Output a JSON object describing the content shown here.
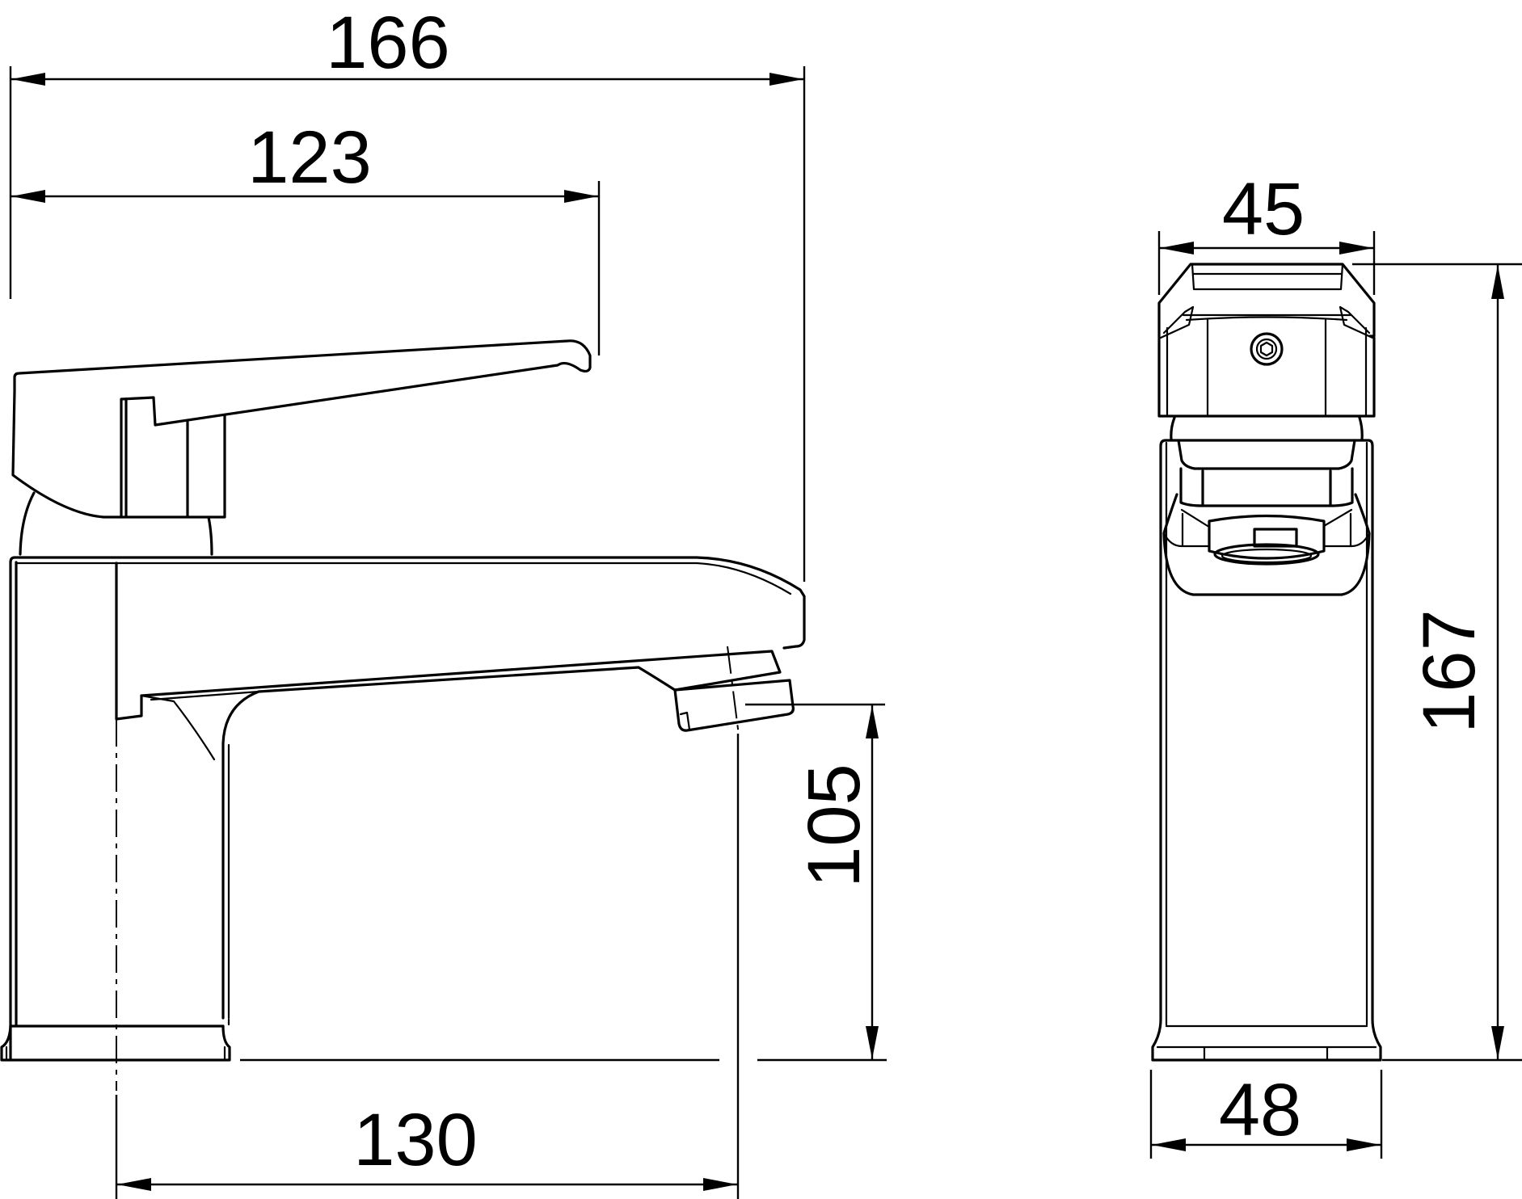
{
  "drawing": {
    "title": "Basin mixer tap dimensional drawing",
    "units": "mm",
    "views": [
      {
        "name": "side-elevation"
      },
      {
        "name": "front-elevation"
      }
    ],
    "dimensions": {
      "overall_depth": "166",
      "lever_length": "123",
      "body_width_top": "45",
      "spout_height": "105",
      "overall_height": "167",
      "spout_reach": "130",
      "base_width": "48"
    },
    "colors": {
      "line": "#000000",
      "background": "#ffffff"
    }
  }
}
